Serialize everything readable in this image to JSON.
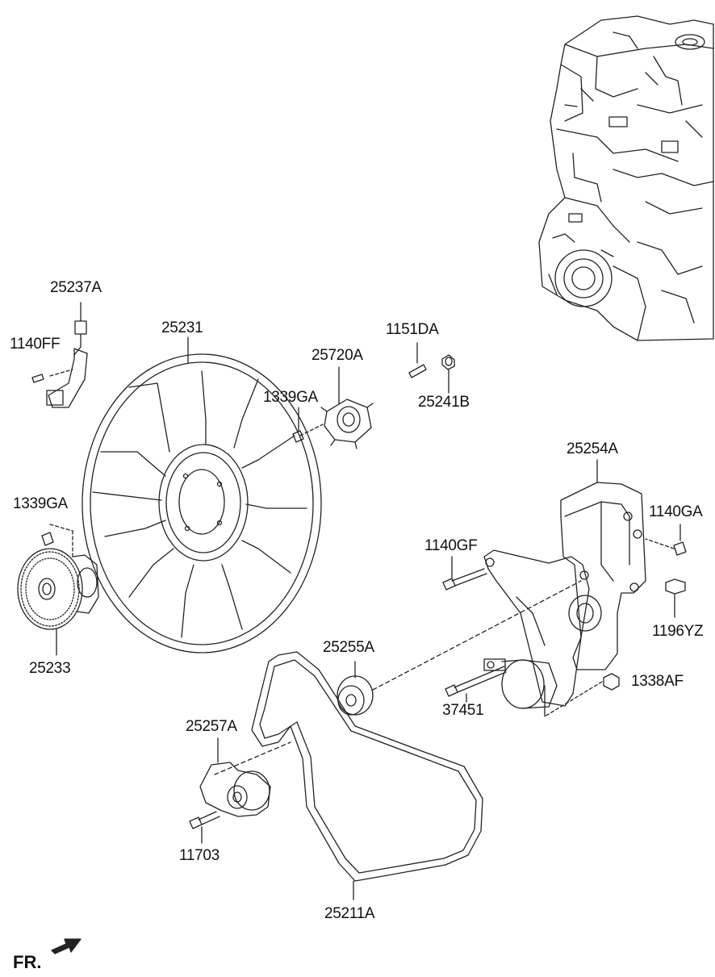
{
  "labels": {
    "p25237A": "25237A",
    "p1140FF": "1140FF",
    "p25231": "25231",
    "p1151DA": "1151DA",
    "p25720A": "25720A",
    "p1339GA_top": "1339GA",
    "p25241B": "25241B",
    "p25254A": "25254A",
    "p1339GA_left": "1339GA",
    "p1140GA": "1140GA",
    "p1140GF": "1140GF",
    "p1196YZ": "1196YZ",
    "p25233": "25233",
    "p25255A": "25255A",
    "p1338AF": "1338AF",
    "p37451": "37451",
    "p25257A": "25257A",
    "p11703": "11703",
    "p25211A": "25211A"
  },
  "direction_marker": "FR."
}
